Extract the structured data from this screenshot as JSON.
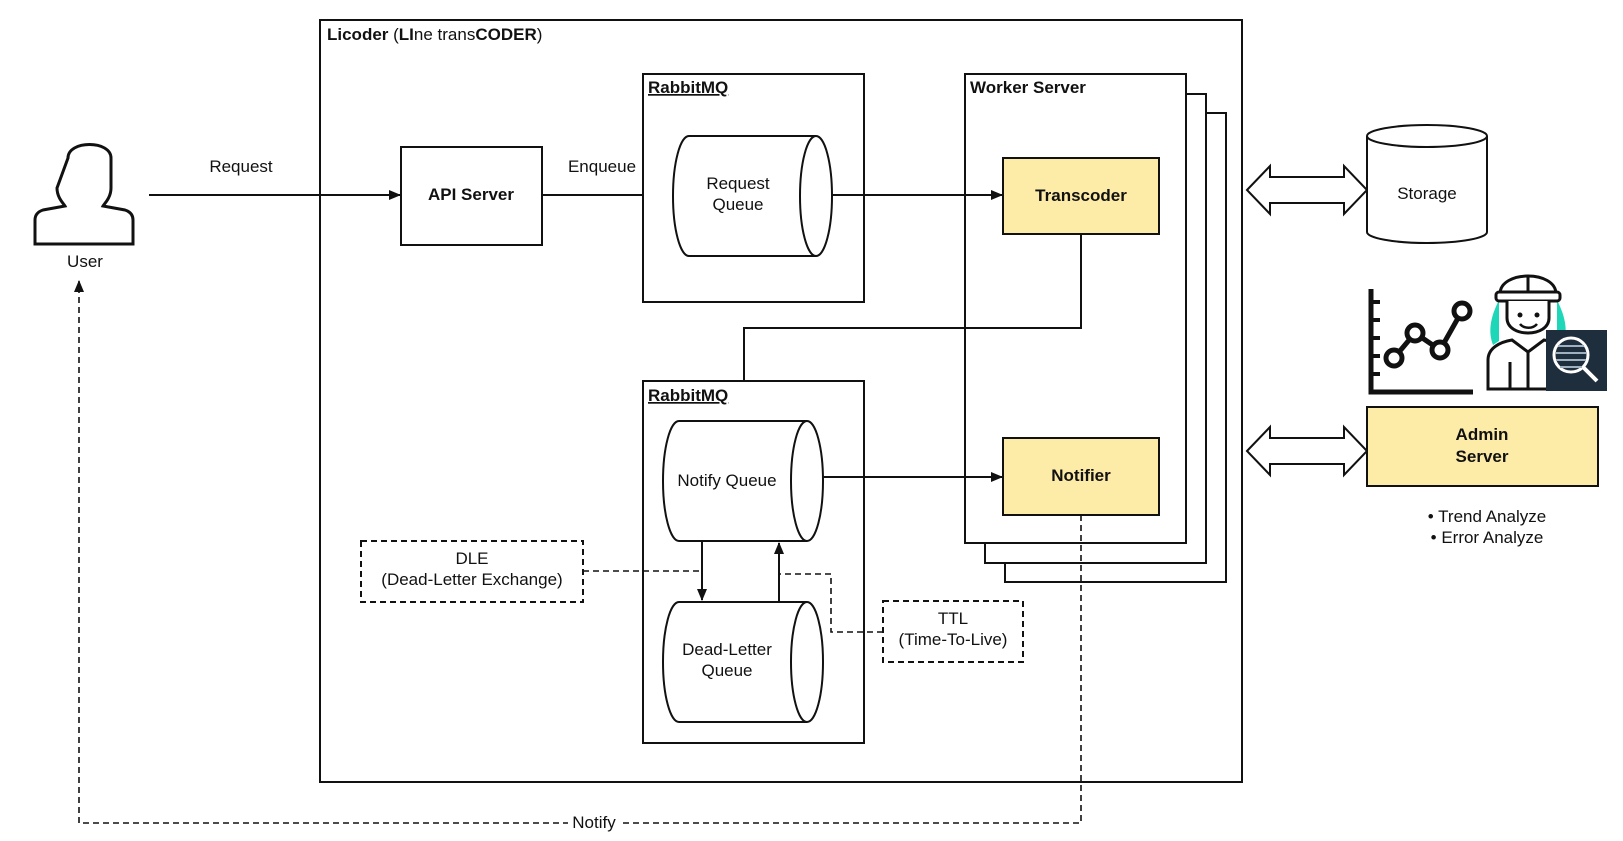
{
  "licoder": {
    "title_bold_1": "Licoder",
    "title_open": " (",
    "title_bold_2": "LI",
    "title_mid": "ne trans",
    "title_bold_3": "CODER",
    "title_close": ")"
  },
  "user": {
    "label": "User"
  },
  "edges": {
    "request": "Request",
    "enqueue": "Enqueue",
    "notify": "Notify"
  },
  "api_server": {
    "label": "API Server"
  },
  "rabbitmq_top": {
    "label": "RabbitMQ",
    "queue_line1": "Request",
    "queue_line2": "Queue"
  },
  "rabbitmq_bottom": {
    "label": "RabbitMQ",
    "notify_queue": "Notify Queue",
    "dlq_line1": "Dead-Letter",
    "dlq_line2": "Queue"
  },
  "dle": {
    "line1": "DLE",
    "line2": "(Dead-Letter Exchange)"
  },
  "ttl": {
    "line1": "TTL",
    "line2": "(Time-To-Live)"
  },
  "worker": {
    "title": "Worker Server",
    "transcoder": "Transcoder",
    "notifier": "Notifier"
  },
  "storage": {
    "label": "Storage"
  },
  "admin": {
    "line1": "Admin",
    "line2": "Server",
    "bullets": [
      "• Trend Analyze",
      "• Error Analyze"
    ]
  },
  "colors": {
    "component_fill": "#fdeba8",
    "stroke": "#111111",
    "accent_teal": "#1ed6b8",
    "icon_dark": "#1f2e3c"
  },
  "icons": [
    "user-icon",
    "trend-chart-icon",
    "engineer-icon",
    "binary-search-icon"
  ]
}
